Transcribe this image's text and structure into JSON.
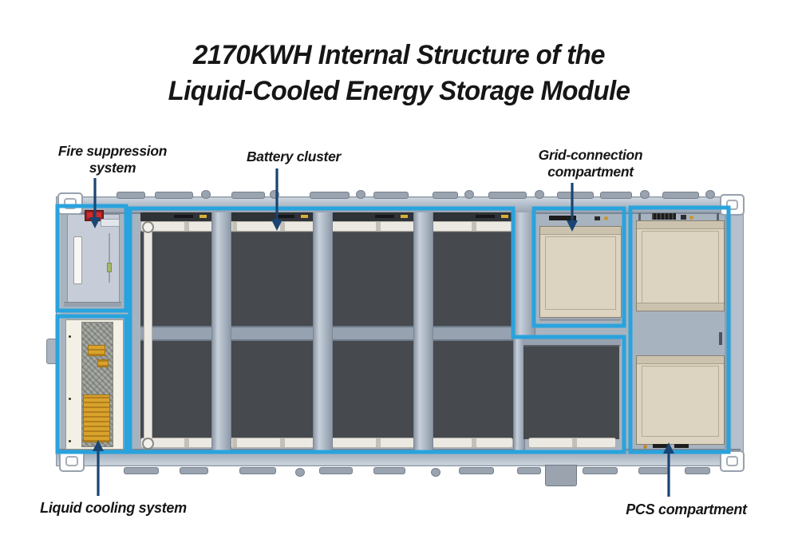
{
  "title": {
    "line1": "2170KWH Internal Structure of the",
    "line2": "Liquid-Cooled Energy Storage Module"
  },
  "labels": {
    "fire_suppression": {
      "line1": "Fire suppression",
      "line2": "system"
    },
    "battery_cluster": {
      "line1": "Battery cluster"
    },
    "grid_connection": {
      "line1": "Grid-connection",
      "line2": "compartment"
    },
    "liquid_cooling": {
      "line1": "Liquid cooling system"
    },
    "pcs": {
      "line1": "PCS compartment"
    }
  },
  "colors": {
    "highlight_blue": "#29a3dd",
    "leader_navy": "#1a4472",
    "text": "#161616",
    "background": "#ffffff",
    "container_gray": "#b6c0cc",
    "panel_dark": "#46494d",
    "cabinet_beige": "#dcd3c0",
    "coolant_yellow": "#d9a22b",
    "alarm_red": "#d22a2a"
  }
}
